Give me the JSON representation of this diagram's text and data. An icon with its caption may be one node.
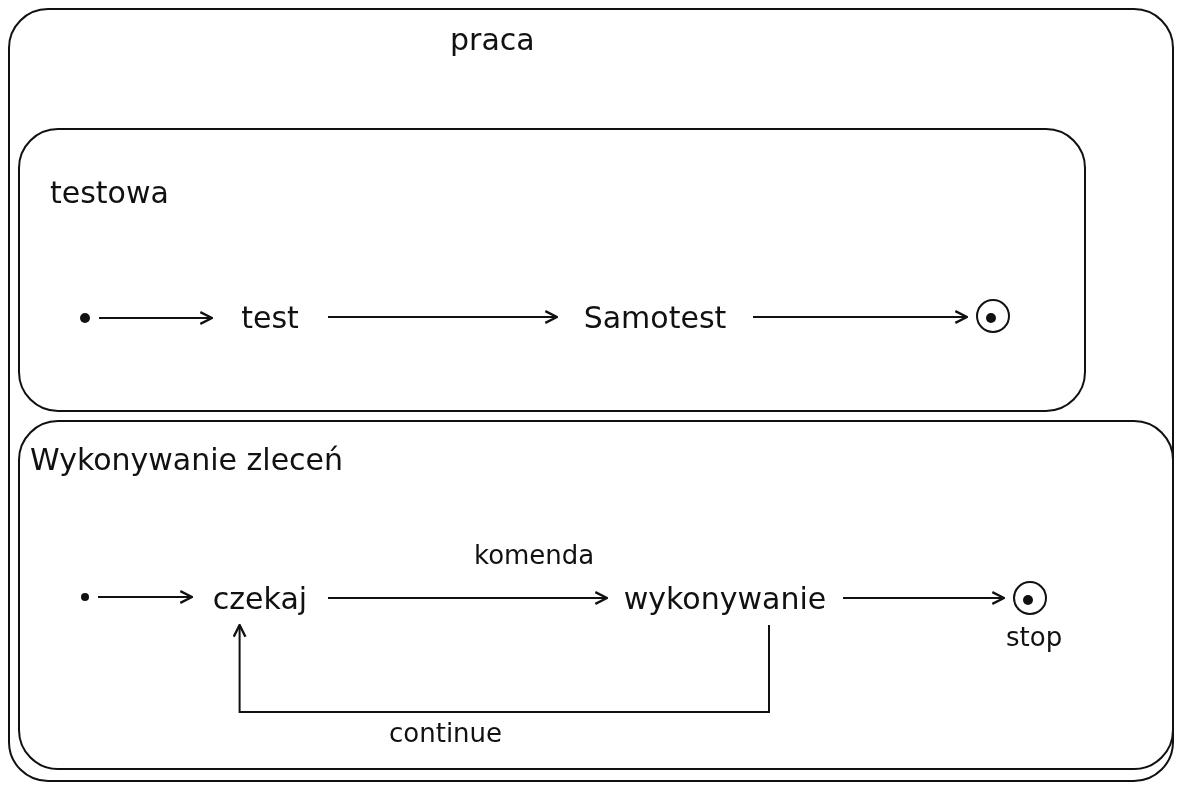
{
  "diagram": {
    "nodes": [
      {
        "text": [
          "praca"
        ]
      },
      {
        "text": [
          "testowa"
        ],
        "in": 0
      },
      {
        "text": [],
        "shape": "circle",
        "in": 1
      },
      {
        "text": [
          "test"
        ],
        "in": 1
      },
      {
        "text": [
          "Samotest"
        ],
        "in": 1
      },
      {
        "text": [],
        "shape": "circle",
        "in": 1
      },
      {
        "text": [
          "Wykonywanie zleceń"
        ],
        "in": 0
      },
      {
        "text": [],
        "shape": "circle",
        "in": 6
      },
      {
        "text": [
          "czekaj"
        ],
        "in": 6
      },
      {
        "text": [
          "wykonywanie"
        ],
        "in": 6
      },
      {
        "text": [],
        "shape": "circle",
        "in": 6,
        "beside": [
          "stop"
        ]
      }
    ],
    "edges": [
      {
        "from": 2,
        "to": 3,
        "arrow": "to"
      },
      {
        "from": 3,
        "to": 4,
        "arrow": "to"
      },
      {
        "from": 4,
        "to": 5,
        "arrow": "to"
      },
      {
        "from": 7,
        "to": 8,
        "arrow": "to"
      },
      {
        "from": 8,
        "to": 9,
        "arrow": "to",
        "label": "komenda"
      },
      {
        "from": 9,
        "to": 10,
        "arrow": "to"
      },
      {
        "from": 9,
        "to": 8,
        "arrow": "to",
        "label": "continue"
      }
    ]
  }
}
